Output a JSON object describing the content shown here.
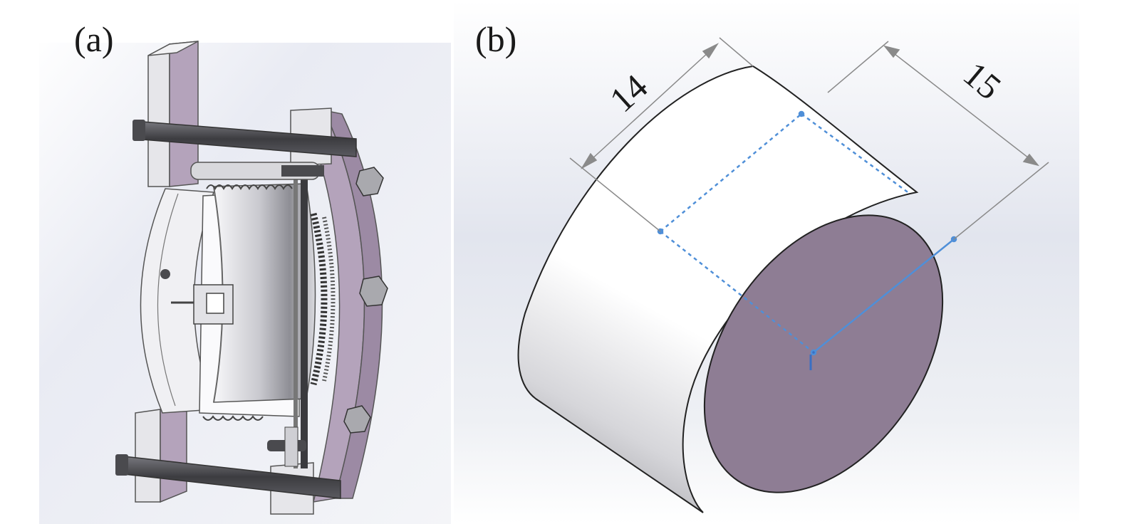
{
  "panels": [
    {
      "label": "(a)"
    },
    {
      "label": "(b)",
      "dimensions": [
        "14",
        "15"
      ]
    }
  ],
  "colors": {
    "face_purple": "#8e7d94",
    "light_purple": "#b4a3bb",
    "dark_bolt": "#4a4a4e",
    "sketch_blue": "#4f8fd8",
    "dim_gray": "#8a8a8a"
  }
}
